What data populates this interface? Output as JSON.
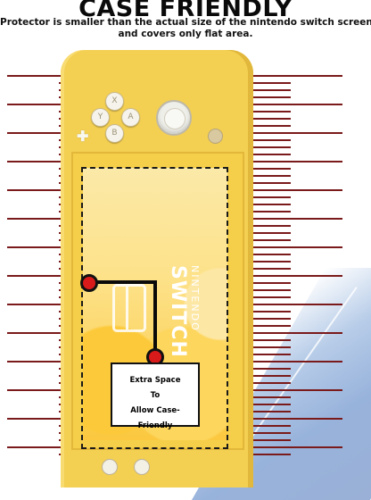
{
  "header": {
    "title": "CASE FRIENDLY",
    "subtitle_line1": "Protector is smaller than the actual size of the nintendo switch screen",
    "subtitle_line2": "and covers only flat area."
  },
  "device": {
    "brand_line1": "NINTENDO",
    "brand_line2": "SWITCH",
    "buttons": {
      "x": "X",
      "y": "Y",
      "a": "A",
      "b": "B"
    }
  },
  "callout": {
    "line1": "Extra Space",
    "line2": "To",
    "line3": "Allow Case- Friendly"
  },
  "colors": {
    "console": "#f3cf52",
    "marker": "#d91a1a",
    "ruler": "#7a1a1a"
  }
}
